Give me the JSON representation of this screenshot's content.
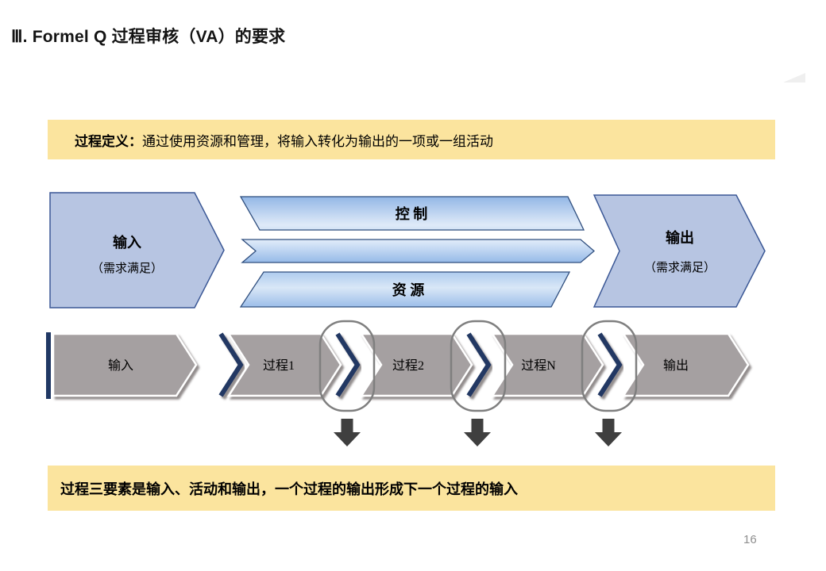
{
  "slide": {
    "title": "Ⅲ. Formel Q 过程审核（VA）的要求",
    "page_number": "16"
  },
  "definition_banner": {
    "label": "过程定义：",
    "text": "通过使用资源和管理，将输入转化为输出的一项或一组活动"
  },
  "summary_banner": {
    "text": "过程三要素是输入、活动和输出，一个过程的输出形成下一个过程的输入"
  },
  "process_model": {
    "input_title": "输入",
    "input_subtitle": "（需求满足）",
    "control_label": "控 制",
    "resource_label": "资 源",
    "output_title": "输出",
    "output_subtitle": "（需求满足）"
  },
  "process_chain": {
    "steps": [
      "输入",
      "过程1",
      "过程2",
      "过程N",
      "输出"
    ]
  },
  "colors": {
    "banner_background": "#FBE49E",
    "blue_shape_fill": "#B7C5E2",
    "blue_shape_border": "#3A5795",
    "gradient_blue_dark": "#8FB4E4",
    "gradient_blue_light": "#E6F0FB",
    "chain_gray": "#A5A0A1",
    "chain_navy_edge": "#203864",
    "capsule_outline": "#7F7F7F",
    "down_arrow": "#3F3F3F"
  }
}
